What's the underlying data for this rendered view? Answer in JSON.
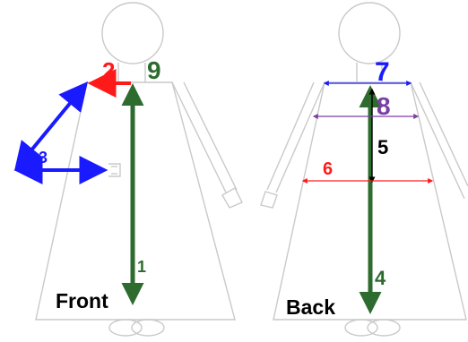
{
  "views": {
    "front": {
      "label": "Front"
    },
    "back": {
      "label": "Back"
    }
  },
  "measurements": [
    {
      "number": "1",
      "view": "front",
      "color": "#2e6b2e"
    },
    {
      "number": "2",
      "view": "front",
      "color": "#ff1a1a"
    },
    {
      "number": "3",
      "view": "front",
      "color": "#1a1aff"
    },
    {
      "number": "4",
      "view": "back",
      "color": "#2e6b2e"
    },
    {
      "number": "5",
      "view": "back",
      "color": "#000000"
    },
    {
      "number": "6",
      "view": "back",
      "color": "#ff1a1a"
    },
    {
      "number": "7",
      "view": "back",
      "color": "#1a1aff"
    },
    {
      "number": "8",
      "view": "back",
      "color": "#7a3fa3"
    },
    {
      "number": "9",
      "view": "front",
      "color": "#2e6b2e"
    }
  ]
}
